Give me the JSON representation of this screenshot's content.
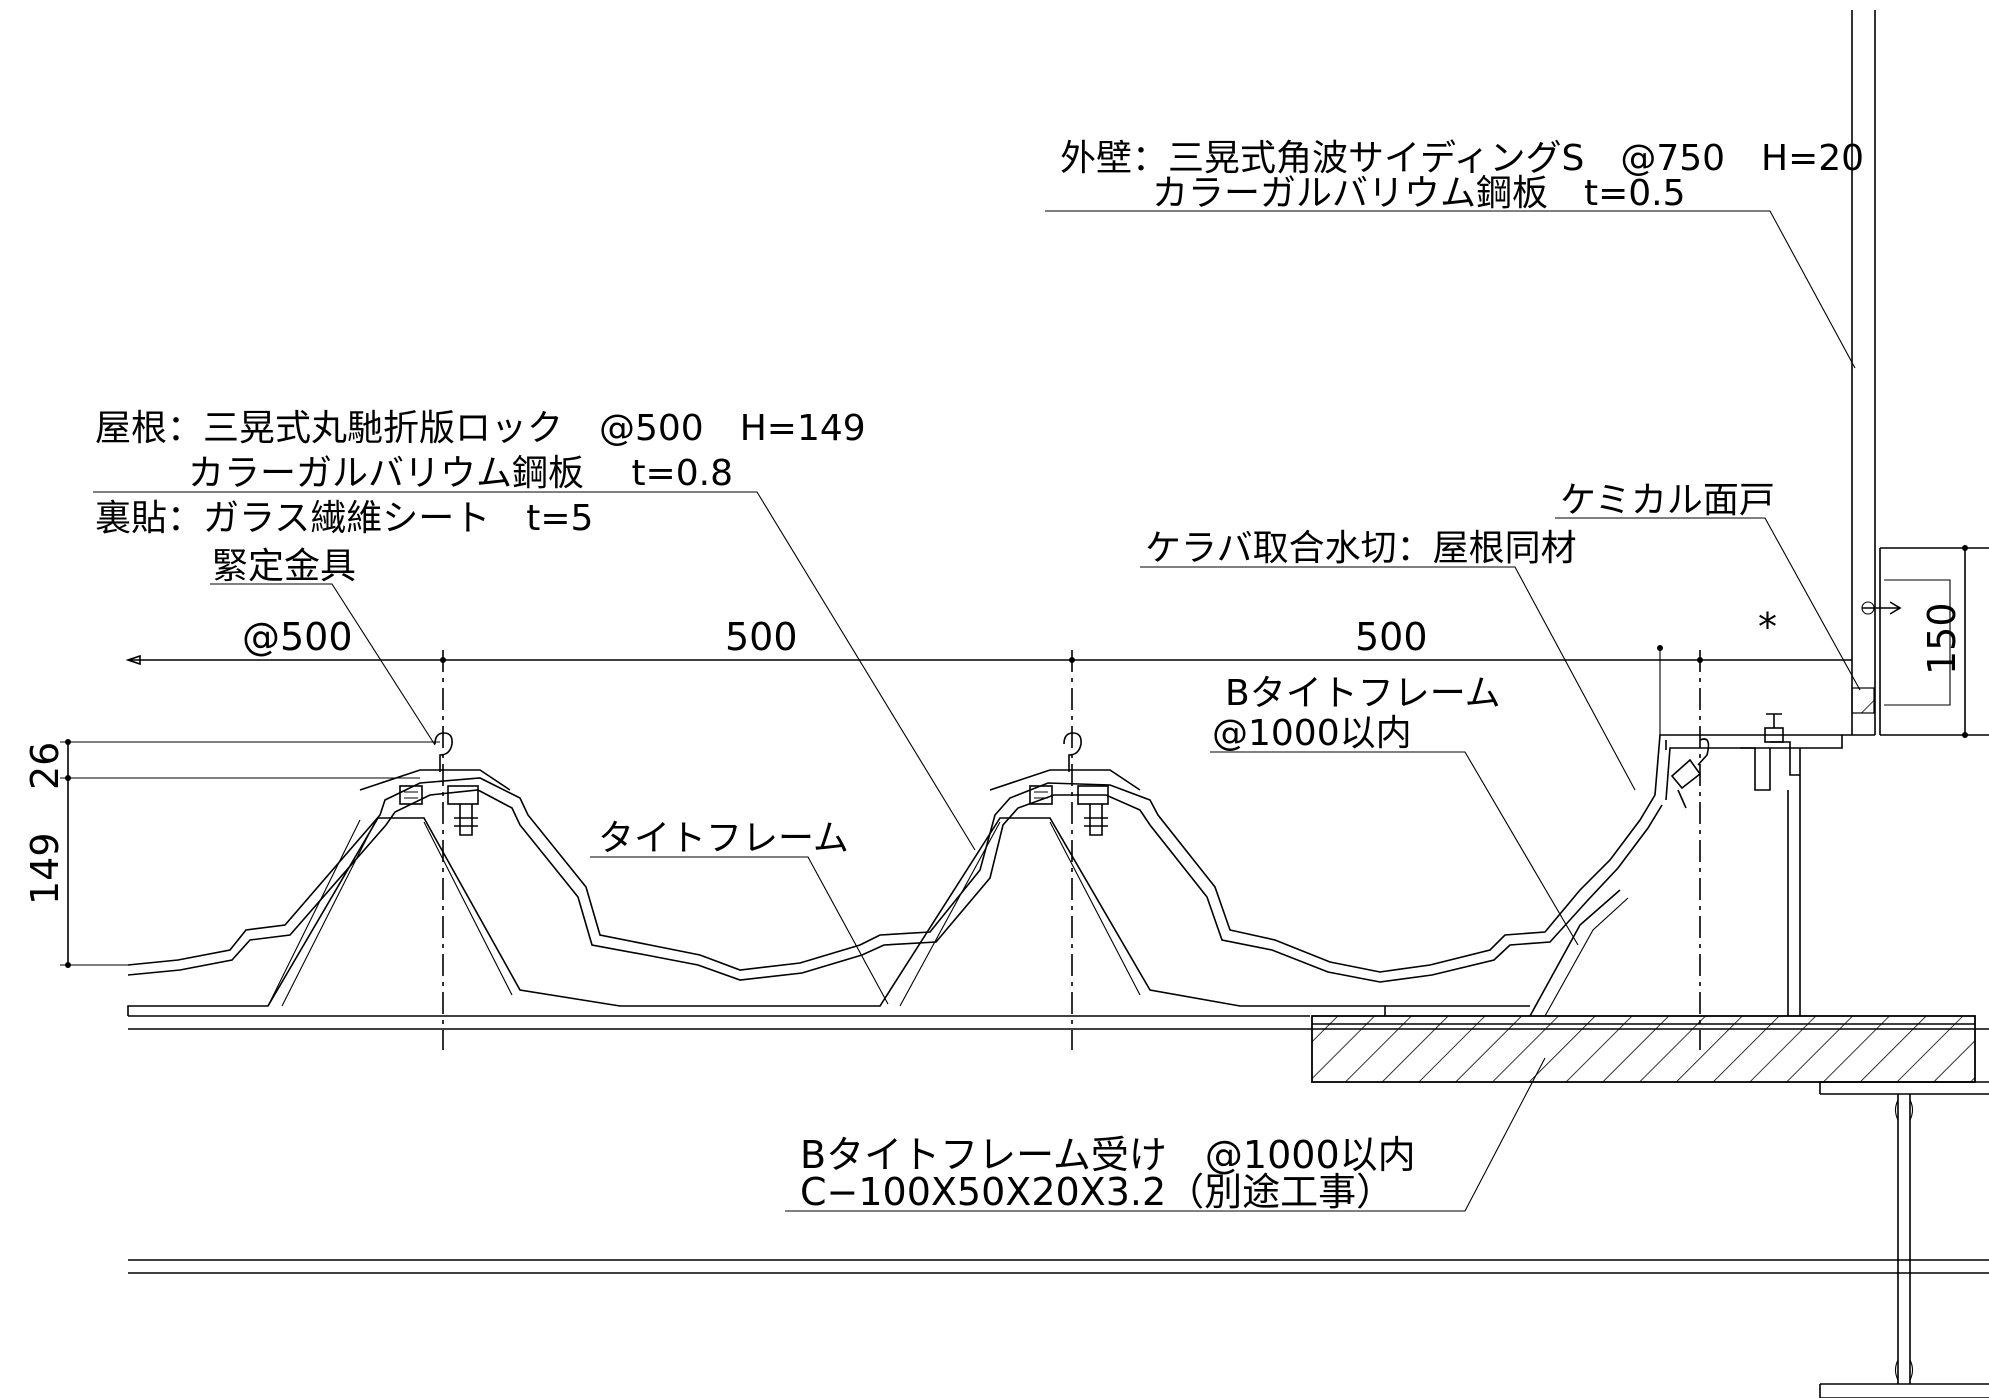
{
  "labels": {
    "wall_line1": "外壁：三晃式角波サイディングS　@750　H=20",
    "wall_line2": "カラーガルバリウム鋼板　t=0.5",
    "roof_line1": "屋根：三晃式丸馳折版ロック　@500　H=149",
    "roof_line2": "カラーガルバリウム鋼板　 t=0.8",
    "backing": "裏貼：ガラス繊維シート　t=5",
    "fastener": "緊定金具",
    "chemical": "ケミカル面戸",
    "verge": "ケラバ取合水切：屋根同材",
    "btight_line1": "Bタイトフレーム",
    "btight_line2": "@1000以内",
    "tight_frame": "タイトフレーム",
    "receiver_line1": "Bタイトフレーム受け　@1000以内",
    "receiver_line2": "C−100X50X20X3.2（別途工事）"
  },
  "dimensions": {
    "pitch_first": "@500",
    "pitch_second": "500",
    "pitch_third": "500",
    "star": "*",
    "rib_height": "149",
    "hook_height": "26",
    "siding_depth": "150"
  }
}
